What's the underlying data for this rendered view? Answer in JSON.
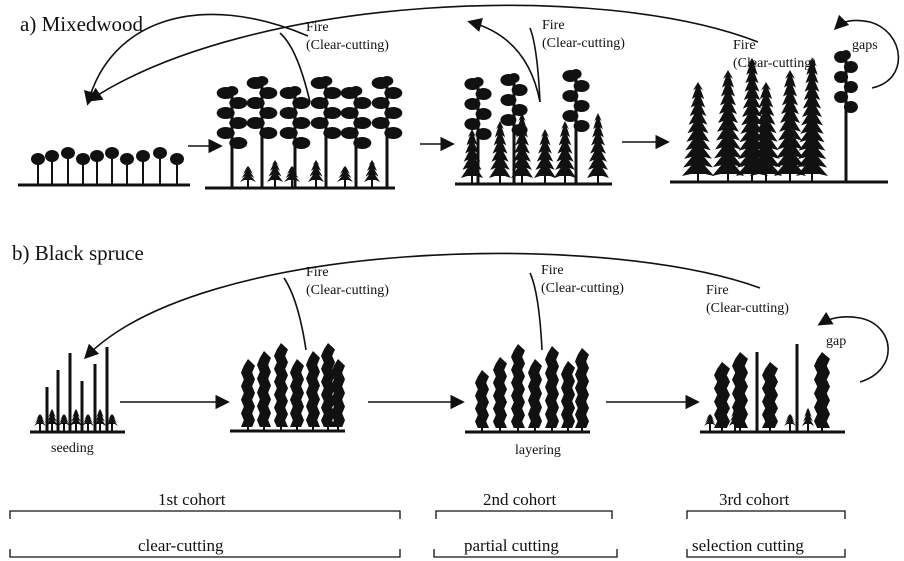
{
  "panel_a": {
    "title": "a) Mixedwood",
    "fire_labels": [
      {
        "line1": "Fire",
        "line2": "(Clear-cutting)"
      },
      {
        "line1": "Fire",
        "line2": "(Clear-cutting)"
      },
      {
        "line1": "Fire",
        "line2": "(Clear-cutting)"
      }
    ],
    "gap_label": "gaps"
  },
  "panel_b": {
    "title": "b) Black spruce",
    "fire_labels": [
      {
        "line1": "Fire",
        "line2": "(Clear-cutting)"
      },
      {
        "line1": "Fire",
        "line2": "(Clear-cutting)"
      },
      {
        "line1": "Fire",
        "line2": "(Clear-cutting)"
      }
    ],
    "gap_label": "gap",
    "stage_labels": [
      "seeding",
      "layering"
    ]
  },
  "cohorts": [
    "1st cohort",
    "2nd cohort",
    "3rd cohort"
  ],
  "cutting": [
    "clear-cutting",
    "partial cutting",
    "selection cutting"
  ],
  "colors": {
    "ink": "#111111",
    "background": "#ffffff"
  }
}
